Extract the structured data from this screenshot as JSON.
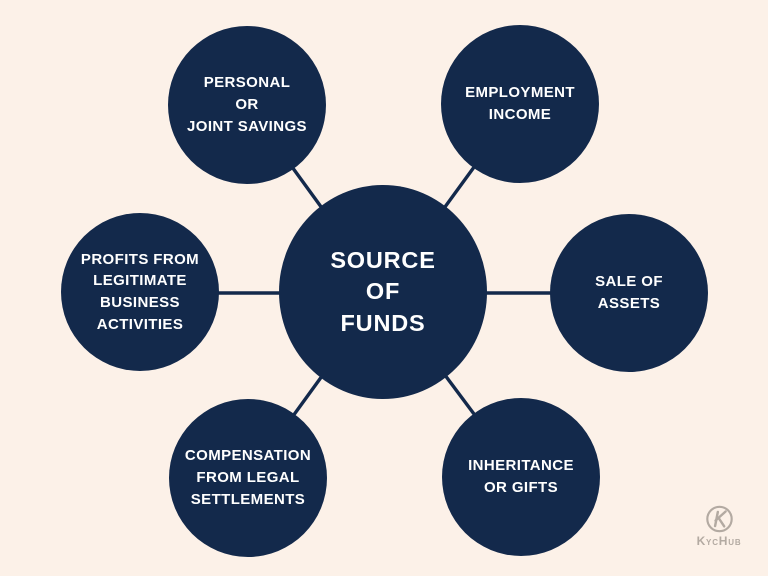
{
  "colors": {
    "background": "#fcf1e8",
    "node_fill": "#13294b",
    "node_text": "#ffffff",
    "connector": "#13294b",
    "logo": "#b3aaa2"
  },
  "diagram": {
    "type": "hub-and-spoke mind map",
    "center": {
      "label": "SOURCE\nOF\nFUNDS"
    },
    "nodes": [
      {
        "id": "personal-or-joint-savings",
        "position": "top-left",
        "label": "PERSONAL\nOR\nJOINT SAVINGS"
      },
      {
        "id": "employment-income",
        "position": "top-right",
        "label": "EMPLOYMENT\nINCOME"
      },
      {
        "id": "profits-from-legitimate-business-activities",
        "position": "middle-left",
        "label": "PROFITS FROM\nLEGITIMATE\nBUSINESS\nACTIVITIES"
      },
      {
        "id": "sale-of-assets",
        "position": "middle-right",
        "label": "SALE OF\nASSETS"
      },
      {
        "id": "compensation-from-legal-settlements",
        "position": "bottom-left",
        "label": "COMPENSATION\nFROM LEGAL\nSETTLEMENTS"
      },
      {
        "id": "inheritance-or-gifts",
        "position": "bottom-right",
        "label": "INHERITANCE\nOR GIFTS"
      }
    ]
  },
  "logo": {
    "brand": "KycHub",
    "icon": "k-in-circle-icon"
  }
}
